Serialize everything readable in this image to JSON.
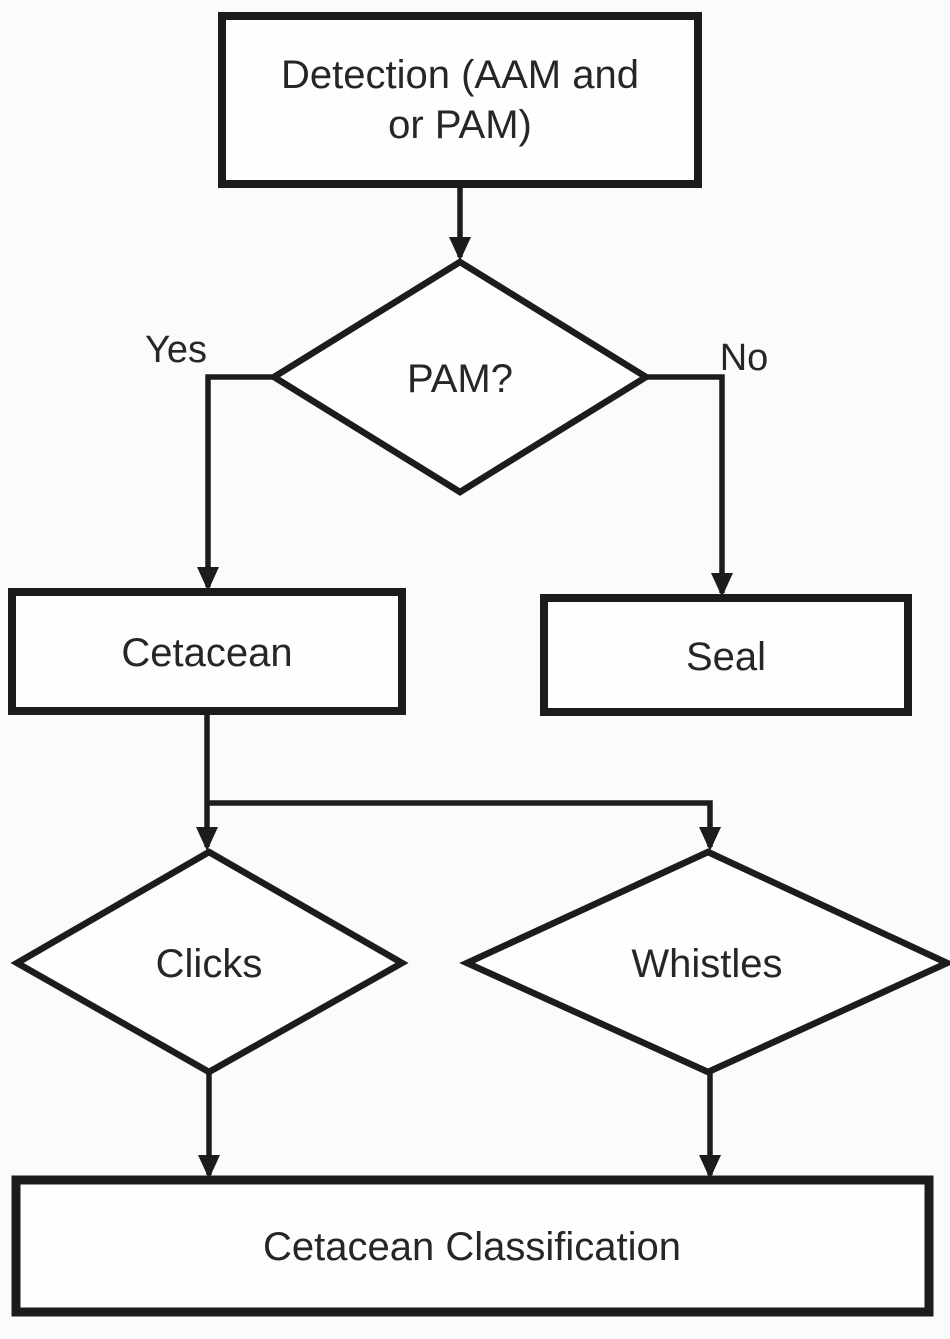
{
  "flowchart": {
    "background_color": "#fbfbfb",
    "stroke_color": "#1c1c1c",
    "text_color": "#262626",
    "nodes": {
      "detection": {
        "shape": "rectangle",
        "label": "Detection (AAM and or PAM)",
        "line1": "Detection (AAM and",
        "line2": "or PAM)"
      },
      "pam_decision": {
        "shape": "diamond",
        "label": "PAM?"
      },
      "cetacean": {
        "shape": "rectangle",
        "label": "Cetacean"
      },
      "seal": {
        "shape": "rectangle",
        "label": "Seal"
      },
      "clicks_decision": {
        "shape": "diamond",
        "label": "Clicks"
      },
      "whistles_decision": {
        "shape": "diamond",
        "label": "Whistles"
      },
      "classification": {
        "shape": "rectangle",
        "label": "Cetacean Classification"
      }
    },
    "edge_labels": {
      "yes": "Yes",
      "no": "No"
    },
    "edges": [
      {
        "from": "detection",
        "to": "pam_decision",
        "label": ""
      },
      {
        "from": "pam_decision",
        "to": "cetacean",
        "label": "Yes"
      },
      {
        "from": "pam_decision",
        "to": "seal",
        "label": "No"
      },
      {
        "from": "cetacean",
        "to": "clicks_decision",
        "label": ""
      },
      {
        "from": "cetacean",
        "to": "whistles_decision",
        "label": ""
      },
      {
        "from": "clicks_decision",
        "to": "classification",
        "label": ""
      },
      {
        "from": "whistles_decision",
        "to": "classification",
        "label": ""
      }
    ]
  }
}
